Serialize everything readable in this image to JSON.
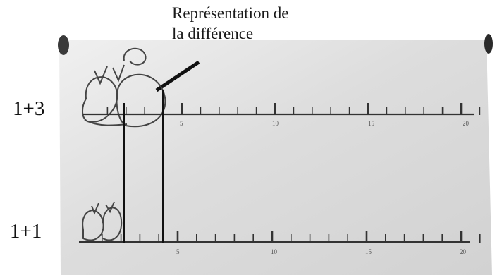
{
  "annotation": {
    "line1": "Représentation de",
    "line2": "la différence"
  },
  "rows": [
    {
      "label": "1+3",
      "tick_labels": [
        "5",
        "10",
        "15",
        "20"
      ]
    },
    {
      "label": "1+1",
      "tick_labels": [
        "5",
        "10",
        "15",
        "20"
      ]
    }
  ],
  "colors": {
    "paper": "#dcdcdc",
    "ink": "#2b2b2b"
  }
}
